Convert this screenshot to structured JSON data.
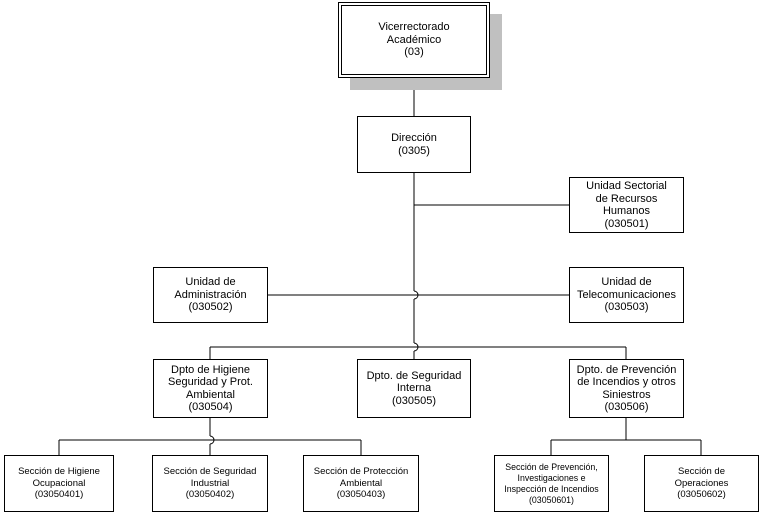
{
  "nodes": {
    "root": "Vicerrectorado\nAcadémico\n(03)",
    "direccion": "Dirección\n(0305)",
    "rrhh": "Unidad Sectorial\nde Recursos\nHumanos\n(030501)",
    "administracion": "Unidad de\nAdministración\n(030502)",
    "telecomunicaciones": "Unidad de\nTelecomunicaciones\n(030503)",
    "higiene": "Dpto de Higiene\nSeguridad y Prot.\nAmbiental\n(030504)",
    "seguridad_interna": "Dpto. de Seguridad\nInterna\n(030505)",
    "prevencion": "Dpto. de Prevención\nde Incendios y otros\nSiniestros\n(030506)",
    "sec_higiene": "Sección de Higiene\nOcupacional\n(03050401)",
    "sec_seguridad_industrial": "Sección de Seguridad\nIndustrial\n(03050402)",
    "sec_proteccion_ambiental": "Sección de Protección\nAmbiental\n(03050403)",
    "sec_prevencion": "Sección de Prevención,\nInvestigaciones e\nInspección de Incendios\n(03050601)",
    "sec_operaciones": "Sección de\nOperaciones\n(03050602)"
  },
  "colors": {
    "line": "#000000",
    "box_fill": "#ffffff",
    "shadow": "#c0c0c0"
  }
}
